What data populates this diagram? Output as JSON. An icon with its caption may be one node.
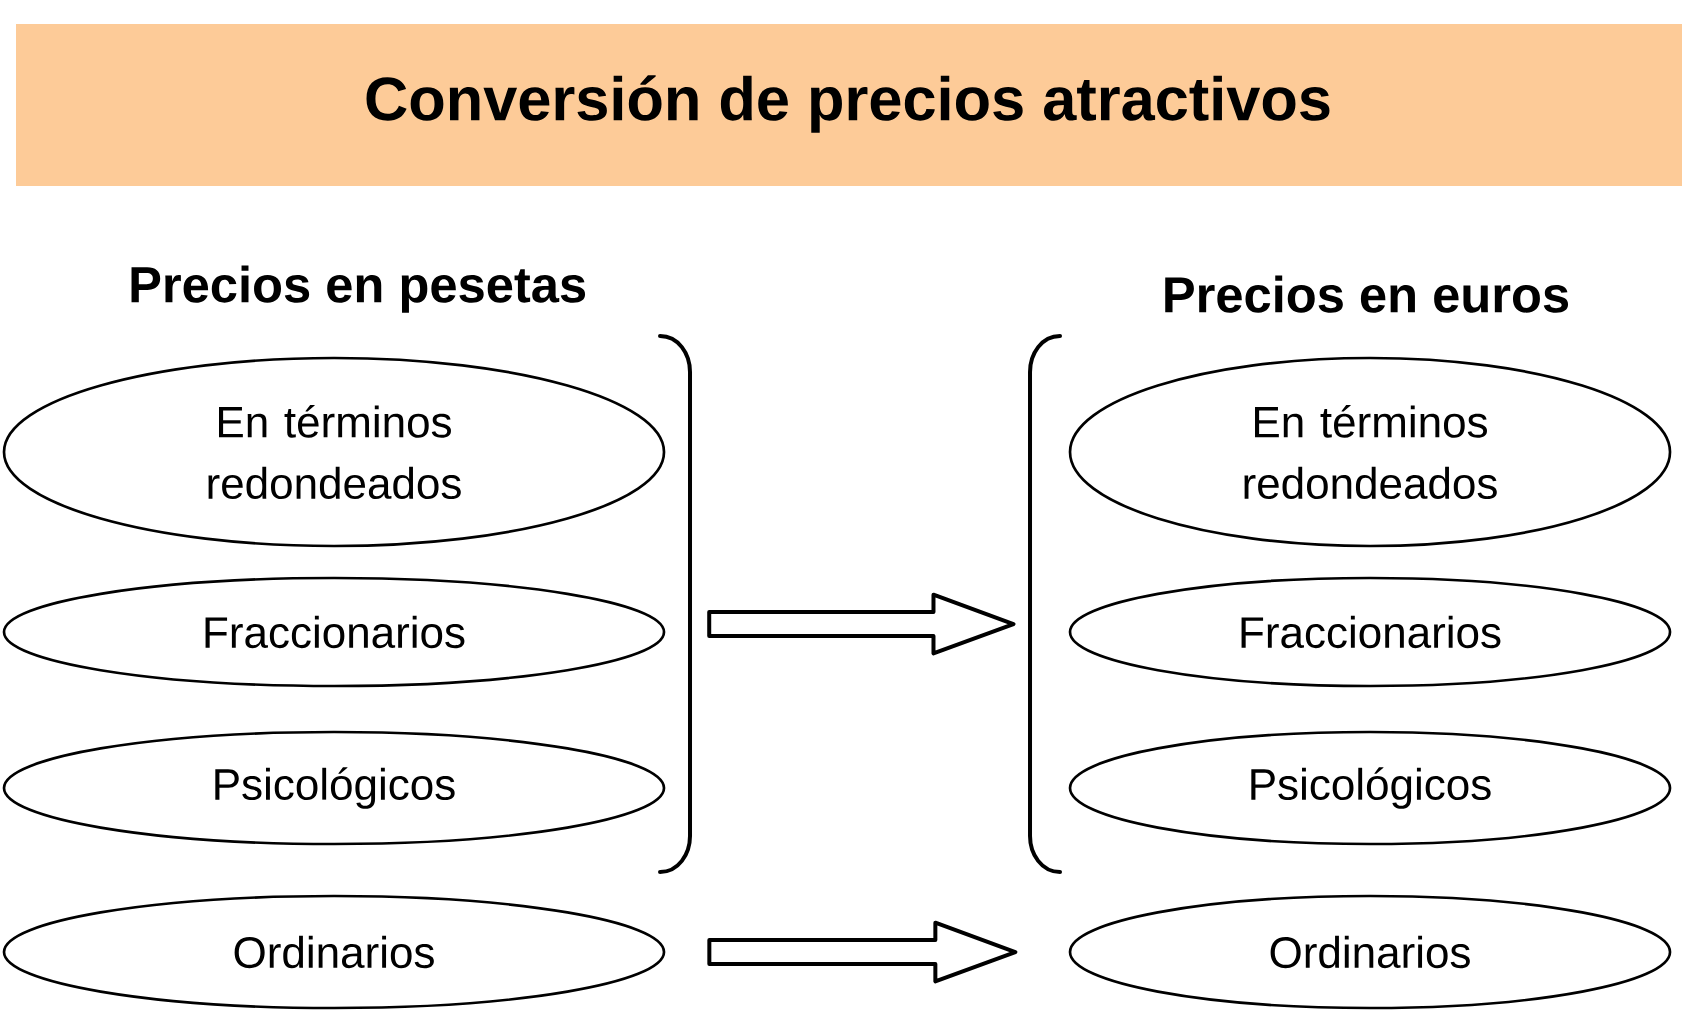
{
  "diagram": {
    "title": "Conversión de precios atractivos",
    "nodes": [
      {
        "text": [
          "Precios en pesetas"
        ]
      },
      {
        "text": [
          "En términos redondeados"
        ]
      },
      {
        "text": [
          "Fraccionarios"
        ]
      },
      {
        "text": [
          "Psicológicos"
        ]
      },
      {
        "text": [
          "Precios en euros"
        ]
      },
      {
        "text": [
          "En términos redondeados"
        ]
      },
      {
        "text": [
          "Fraccionarios"
        ]
      },
      {
        "text": [
          "Psicológicos"
        ]
      },
      {
        "text": [
          "Ordinarios"
        ]
      },
      {
        "text": [
          "Ordinarios"
        ]
      }
    ],
    "edges": [
      {
        "from": 0,
        "to": 4,
        "arrow": "to"
      },
      {
        "from": 8,
        "to": 9,
        "arrow": "to"
      }
    ]
  }
}
